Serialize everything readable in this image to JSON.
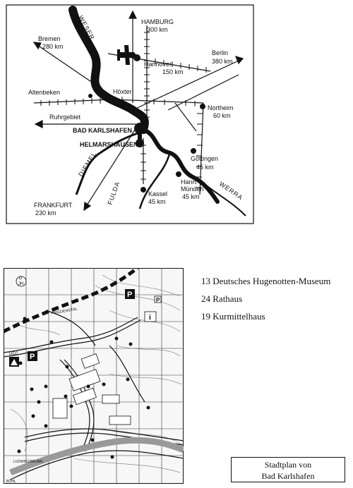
{
  "region_map": {
    "cities": {
      "hamburg": {
        "name": "HAMBURG",
        "dist": "300 km"
      },
      "bremen": {
        "name": "Bremen",
        "dist": "280 km"
      },
      "berlin": {
        "name": "Berlin",
        "dist": "380 km"
      },
      "hannover": {
        "name": "Hannover",
        "dist": "150 km"
      },
      "altenbeken": {
        "name": "Altenbeken"
      },
      "hoexter": {
        "name": "Höxter"
      },
      "northeim": {
        "name": "Northeim",
        "dist": "60 km"
      },
      "ruhrgebiet": {
        "name": "Ruhrgebiet"
      },
      "bad_karlshafen": {
        "name": "BAD KARLSHAFEN"
      },
      "helmarshausen": {
        "name": "HELMARSHAUSEN"
      },
      "goettingen": {
        "name": "Göttingen",
        "dist": "45 km"
      },
      "frankfurt": {
        "name": "FRANKFURT",
        "dist": "230 km"
      },
      "kassel": {
        "name": "Kassel",
        "dist": "45 km"
      },
      "hann_muenden": {
        "name": "Hann.",
        "name2": "Münden",
        "dist": "45 km"
      }
    },
    "rivers": {
      "weser": "WESER",
      "diemel": "DIEMEL",
      "fulda": "FULDA",
      "werra": "WERRA"
    }
  },
  "city_map": {
    "street_labels": {
      "friedenstal": "FRIEDENSTAL",
      "ludwigsbrunn": "LUDWIGSBRUNN",
      "boehl": "BÖHL"
    },
    "markers": {
      "dcc": "DCC",
      "parking": "P",
      "info": "i",
      "dh": "D",
      "dh2": "JH"
    }
  },
  "legend": [
    {
      "text": "13 Deutsches Hugenotten-Museum"
    },
    {
      "text": "24 Rathaus"
    },
    {
      "text": "19 Kurmittelhaus"
    }
  ],
  "caption": {
    "line1": "Stadtplan von",
    "line2": "Bad Karlshafen"
  }
}
